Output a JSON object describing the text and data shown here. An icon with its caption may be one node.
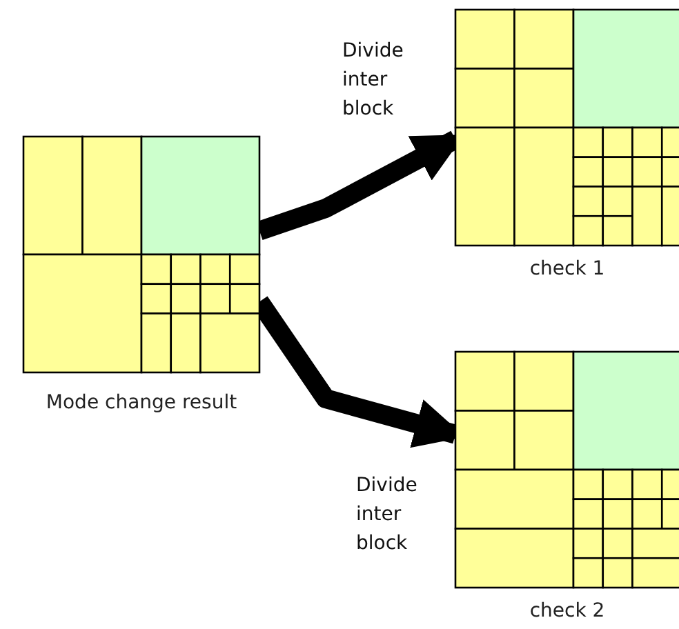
{
  "diagram": {
    "nodes": [
      {
        "text": [
          "Mode change result"
        ]
      },
      {
        "text": [
          "check 1"
        ]
      },
      {
        "text": [
          "check 2"
        ]
      }
    ],
    "edges": [
      {
        "from": 0,
        "to": 1,
        "arrow": "to",
        "label": "Divide inter block"
      },
      {
        "from": 0,
        "to": 2,
        "arrow": "to",
        "label": "Divide inter block"
      }
    ]
  }
}
